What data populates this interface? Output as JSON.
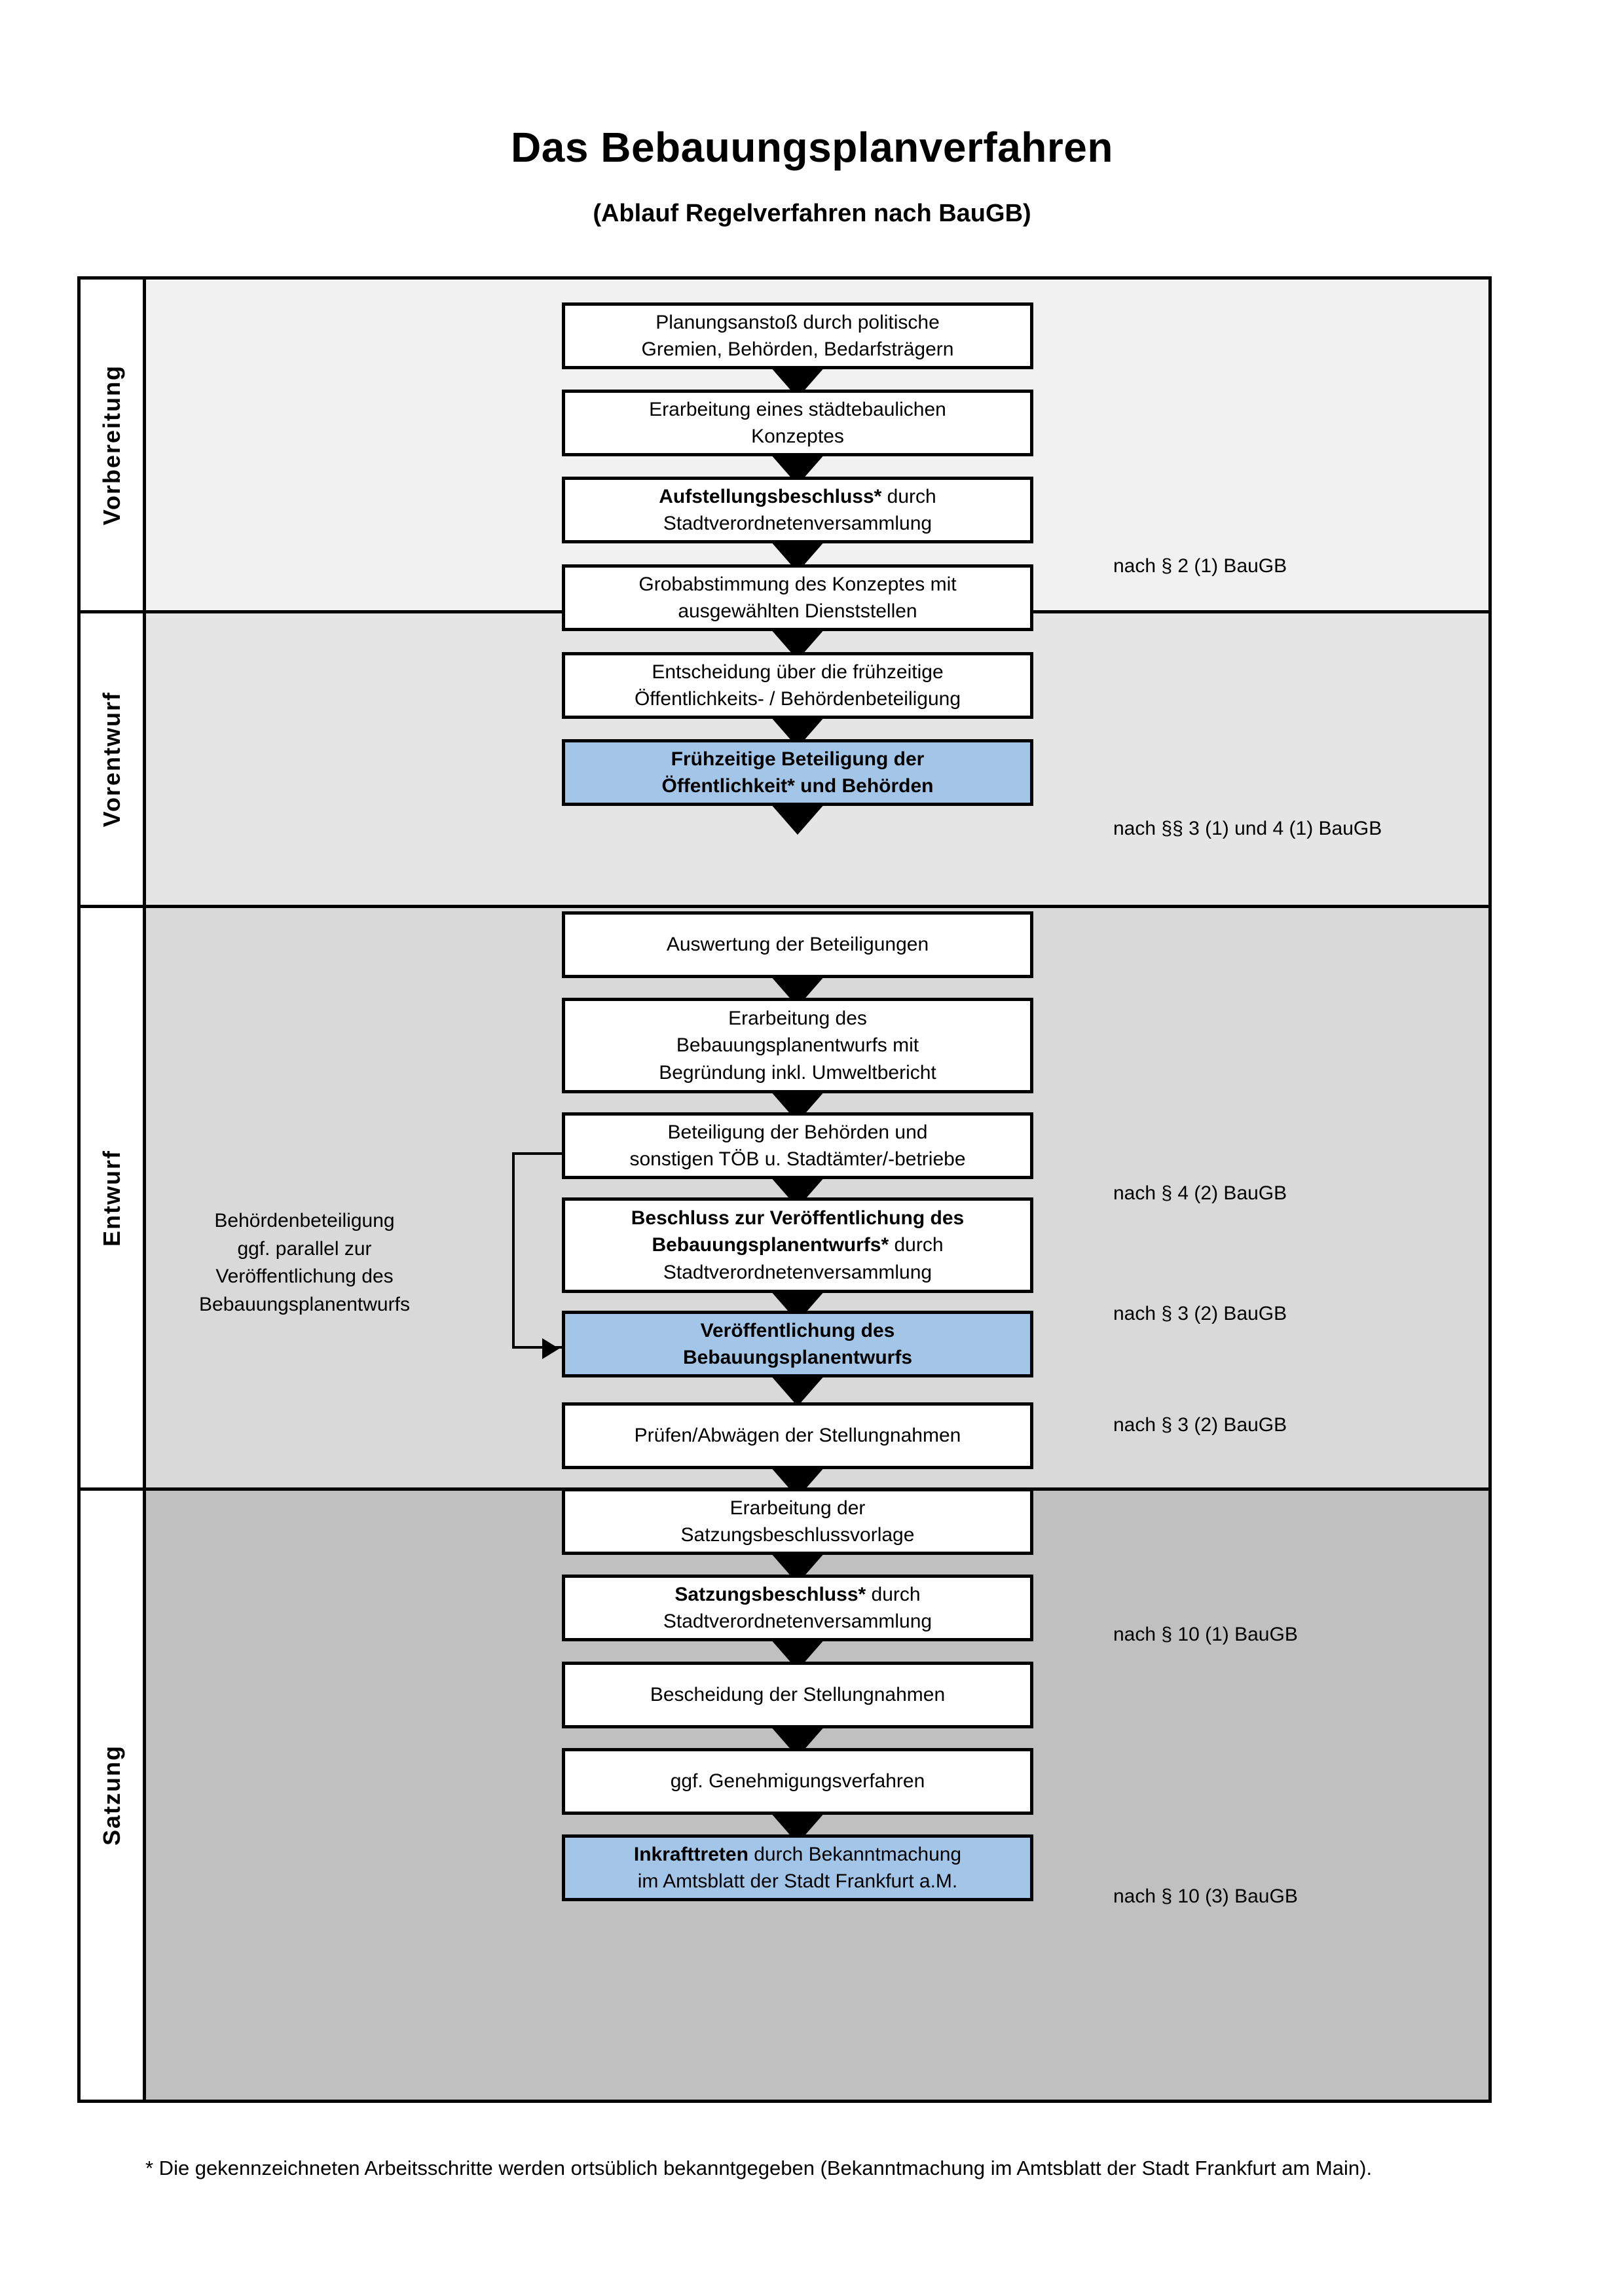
{
  "header": {
    "title": "Das Bebauungsplanverfahren",
    "subtitle": "(Ablauf Regelverfahren nach BauGB)"
  },
  "colors": {
    "highlight_box": "#A3C6E8",
    "band_vorbereitung": "#F1F1F1",
    "band_vorentwurf": "#E5E5E5",
    "band_entwurf": "#D9D9D9",
    "band_satzung": "#C0C0C0",
    "border": "#000000"
  },
  "phases": [
    {
      "label": "Vorbereitung"
    },
    {
      "label": "Vorentwurf"
    },
    {
      "label": "Entwurf"
    },
    {
      "label": "Satzung"
    }
  ],
  "steps": [
    {
      "id": "planungsanstoss",
      "line1": "Planungsanstoß durch politische",
      "line2": "Gremien, Behörden, Bedarfsträgern",
      "highlighted": false
    },
    {
      "id": "staedtebauliches-konzept",
      "line1": "Erarbeitung eines städtebaulichen",
      "line2": "Konzeptes",
      "highlighted": false
    },
    {
      "id": "aufstellungsbeschluss",
      "bold1": "Aufstellungsbeschluss*",
      "rest1": " durch",
      "line2": "Stadtverordnetenversammlung",
      "highlighted": false
    },
    {
      "id": "grobabstimmung",
      "line1": "Grobabstimmung des Konzeptes mit",
      "line2": "ausgewählten Dienststellen",
      "highlighted": false
    },
    {
      "id": "entscheidung-fruehzeitige",
      "line1": "Entscheidung über die frühzeitige",
      "line2": "Öffentlichkeits- / Behördenbeteiligung",
      "highlighted": false
    },
    {
      "id": "fruehzeitige-beteiligung",
      "bold1": "Frühzeitige Beteiligung der",
      "bold2": "Öffentlichkeit* und Behörden",
      "highlighted": true
    },
    {
      "id": "auswertung-beteiligungen",
      "line1": "Auswertung der Beteiligungen",
      "highlighted": false
    },
    {
      "id": "erarbeitung-bplanentwurf",
      "line1": "Erarbeitung des",
      "line2": "Bebauungsplanentwurfs mit",
      "line3": "Begründung inkl. Umweltbericht",
      "highlighted": false
    },
    {
      "id": "beteiligung-behoerden",
      "line1": "Beteiligung der Behörden und",
      "line2": "sonstigen TÖB u. Stadtämter/-betriebe",
      "highlighted": false
    },
    {
      "id": "beschluss-veroeffentlichung",
      "bold1": "Beschluss zur Veröffentlichung des",
      "bold2": "Bebauungsplanentwurfs*",
      "rest2": " durch",
      "line3": "Stadtverordnetenversammlung",
      "highlighted": false
    },
    {
      "id": "veroeffentlichung-bplanentwurf",
      "bold1": "Veröffentlichung des",
      "bold2": "Bebauungsplanentwurfs",
      "highlighted": true
    },
    {
      "id": "pruefen-abwaegen",
      "line1": "Prüfen/Abwägen der Stellungnahmen",
      "highlighted": false
    },
    {
      "id": "satzungsbeschlussvorlage",
      "line1": "Erarbeitung der",
      "line2": "Satzungsbeschlussvorlage",
      "highlighted": false
    },
    {
      "id": "satzungsbeschluss",
      "bold1": "Satzungsbeschluss*",
      "rest1": " durch",
      "line2": "Stadtverordnetenversammlung",
      "highlighted": false
    },
    {
      "id": "bescheidung-stellungnahmen",
      "line1": "Bescheidung der Stellungnahmen",
      "highlighted": false
    },
    {
      "id": "genehmigungsverfahren",
      "line1": "ggf. Genehmigungsverfahren",
      "highlighted": false
    },
    {
      "id": "inkrafttreten",
      "bold1": "Inkrafttreten",
      "rest1": " durch Bekanntmachung",
      "line2": "im Amtsblatt der Stadt Frankfurt a.M.",
      "highlighted": true
    }
  ],
  "notes": [
    {
      "id": "note-par2",
      "text": "nach § 2 (1) BauGB"
    },
    {
      "id": "note-par3-4",
      "text": "nach §§ 3 (1) und 4 (1) BauGB"
    },
    {
      "id": "note-par4-2",
      "text": "nach § 4 (2) BauGB"
    },
    {
      "id": "note-par3-2a",
      "text": "nach § 3 (2) BauGB"
    },
    {
      "id": "note-par3-2b",
      "text": "nach § 3 (2) BauGB"
    },
    {
      "id": "note-par10-1",
      "text": "nach § 10 (1) BauGB"
    },
    {
      "id": "note-par10-3",
      "text": "nach § 10 (3) BauGB"
    }
  ],
  "side_note": {
    "line1": "Behördenbeteiligung",
    "line2": "ggf. parallel zur",
    "line3": "Veröffentlichung des",
    "line4": "Bebauungsplanentwurfs"
  },
  "footnote": {
    "text": "* Die gekennzeichneten Arbeitsschritte werden ortsüblich bekanntgegeben (Bekanntmachung im Amtsblatt  der Stadt Frankfurt am Main)."
  }
}
